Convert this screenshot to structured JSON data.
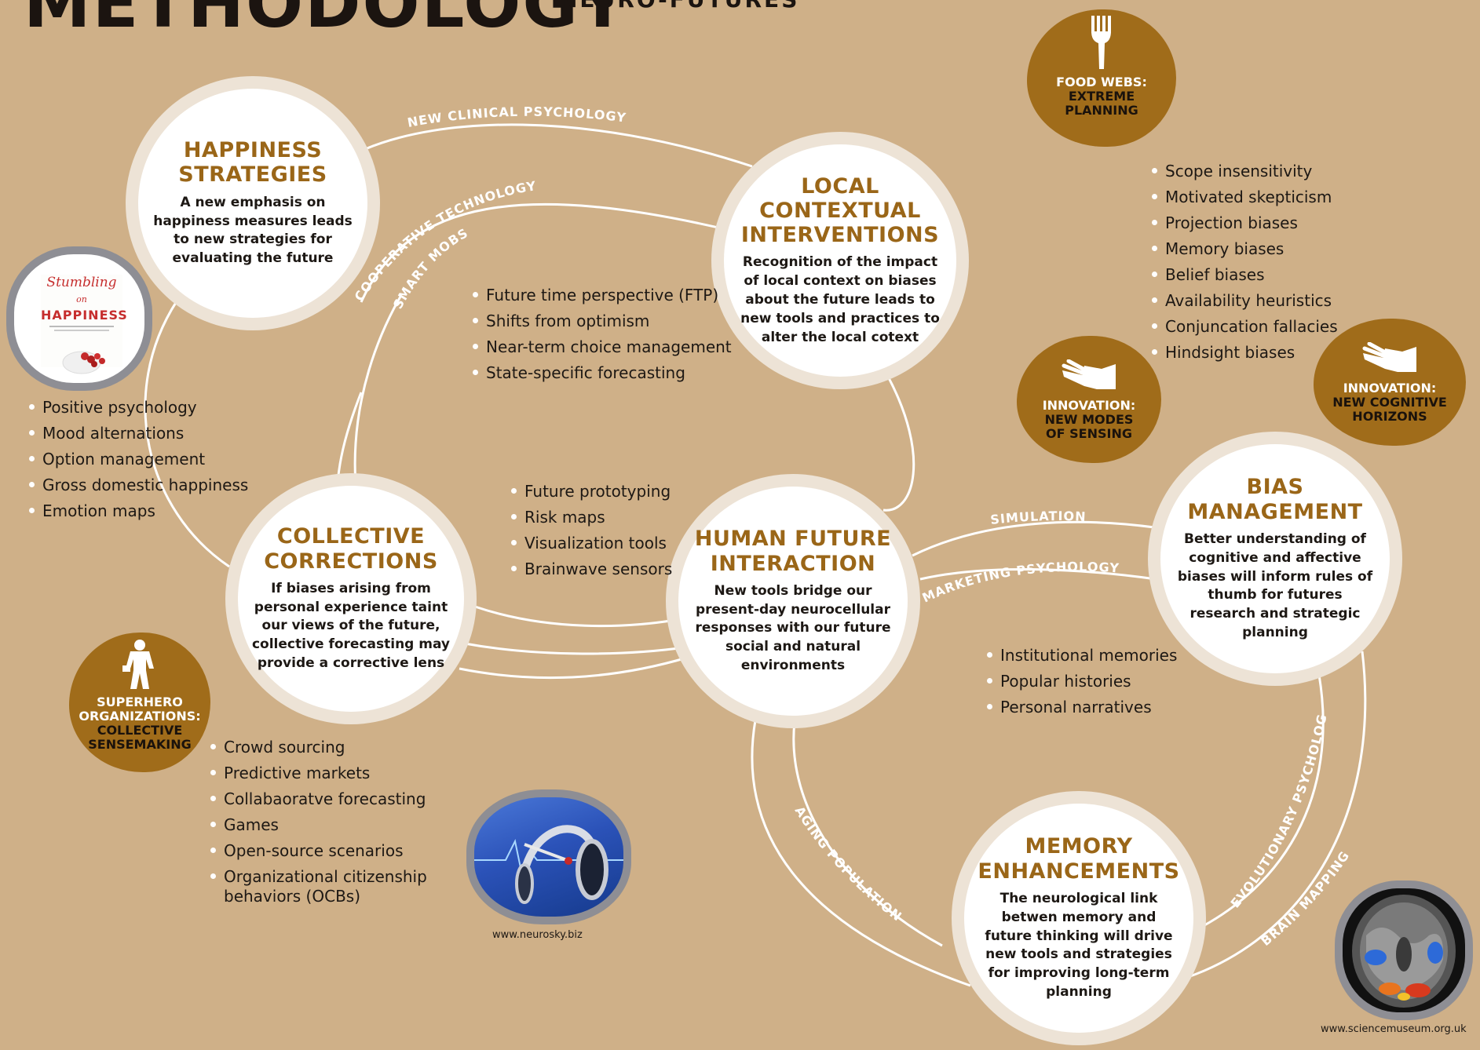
{
  "header": {
    "title": "METHODOLOGY",
    "subtitle": "NEURO-FUTURES"
  },
  "colors": {
    "background": "#cfb088",
    "heading": "#9a6618",
    "blob": "#a06c1a",
    "ring": "#ede3d6"
  },
  "nodes": {
    "happiness": {
      "title": "HAPPINESS STRATEGIES",
      "text": "A new emphasis on happiness measures leads to new strategies for evaluating the future"
    },
    "local": {
      "title": "LOCAL CONTEXTUAL INTERVENTIONS",
      "text": "Recognition of the impact of local context on biases about the future leads to new tools and practices to alter the local cotext"
    },
    "collective": {
      "title": "COLLECTIVE CORRECTIONS",
      "text": "If biases arising from personal experience taint our views of the future, collective forecasting may provide a corrective lens"
    },
    "human": {
      "title": "HUMAN FUTURE INTERACTION",
      "text": "New tools bridge our present-day neurocellular responses with our future social and natural environments"
    },
    "bias": {
      "title": "BIAS MANAGEMENT",
      "text": "Better understanding of cognitive and affective biases will inform rules of thumb for futures research and strategic planning"
    },
    "memory": {
      "title": "MEMORY ENHANCEMENTS",
      "text": "The neurological link betwen memory and future thinking will drive new tools and strategies for improving long-term planning"
    }
  },
  "connectors": {
    "new_clinical_psychology": "NEW CLINICAL PSYCHOLOGY",
    "cooperative_technology": "COOPERATIVE TECHNOLOGY",
    "smart_mobs": "SMART MOBS",
    "simulation": "SIMULATION",
    "marketing_psychology": "MARKETING PSYCHOLOGY",
    "aging_population": "AGING POPULATION",
    "evolutionary_psychology": "EVOLUTIONARY PSYCHOLOGY",
    "brain_mapping": "BRAIN MAPPING"
  },
  "lists": {
    "happiness": [
      "Positive psychology",
      "Mood alternations",
      "Option management",
      "Gross domestic happiness",
      "Emotion maps"
    ],
    "ftp": [
      "Future time perspective (FTP)",
      "Shifts from optimism",
      "Near-term choice management",
      "State-specific forecasting"
    ],
    "prototyping": [
      "Future prototyping",
      "Risk maps",
      "Visualization tools",
      "Brainwave sensors"
    ],
    "biases": [
      "Scope insensitivity",
      "Motivated skepticism",
      "Projection biases",
      "Memory biases",
      "Belief biases",
      "Availability heuristics",
      "Conjuncation fallacies",
      "Hindsight biases"
    ],
    "crowd": [
      "Crowd sourcing",
      "Predictive markets",
      "Collabaoratve forecasting",
      "Games",
      "Open-source scenarios",
      "Organizational citizenship behaviors (OCBs)"
    ],
    "memories": [
      "Institutional memories",
      "Popular histories",
      "Personal narratives"
    ]
  },
  "blobs": {
    "food": {
      "line1": "FOOD WEBS:",
      "line2": "EXTREME",
      "line3": "PLANNING",
      "icon": "fork-icon"
    },
    "sensing": {
      "line1": "INNOVATION:",
      "line2": "NEW MODES",
      "line3": "OF SENSING",
      "icon": "hand-icon"
    },
    "cognitive": {
      "line1": "INNOVATION:",
      "line2": "NEW COGNITIVE",
      "line3": "HORIZONS",
      "icon": "hand-icon"
    },
    "superhero": {
      "line1": "SUPERHERO",
      "line2": "ORGANIZATIONS:",
      "line3": "COLLECTIVE",
      "line4": "SENSEMAKING",
      "icon": "superhero-icon"
    }
  },
  "images": {
    "book": {
      "title_line1": "Stumbling",
      "title_line2": "on",
      "title_line3": "HAPPINESS"
    },
    "neurosky": {
      "credit": "www.neurosky.biz"
    },
    "brain": {
      "credit": "www.sciencemuseum.org.uk"
    }
  }
}
